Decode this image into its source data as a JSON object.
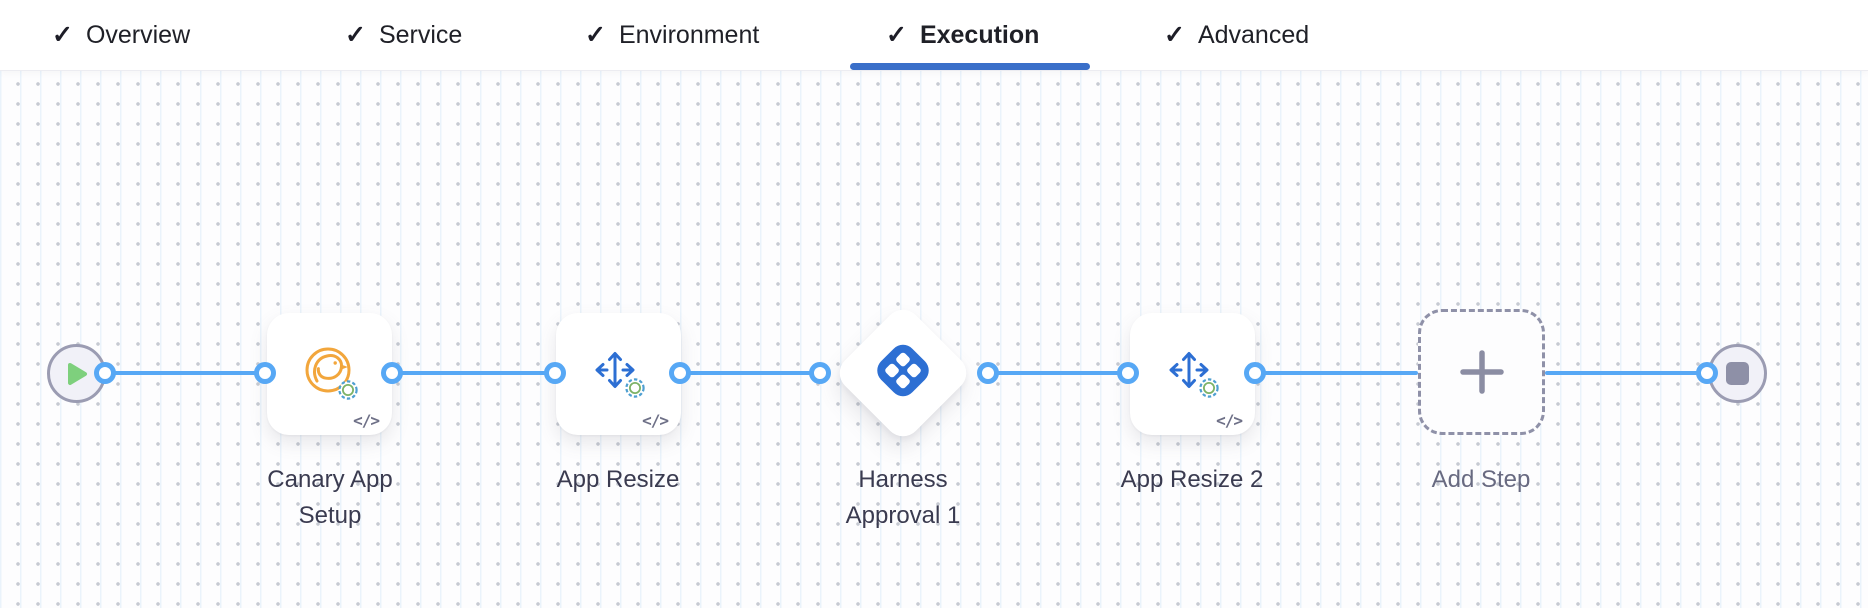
{
  "header": {
    "check_glyph": "✓",
    "tabs": [
      {
        "label": "Overview",
        "checked": true,
        "active": false
      },
      {
        "label": "Service",
        "checked": true,
        "active": false
      },
      {
        "label": "Environment",
        "checked": true,
        "active": false
      },
      {
        "label": "Execution",
        "checked": true,
        "active": true
      },
      {
        "label": "Advanced",
        "checked": true,
        "active": false
      }
    ]
  },
  "pipeline": {
    "code_badge_glyph": "</>",
    "start_node": {
      "icon": "play-icon"
    },
    "end_node": {
      "icon": "stop-icon"
    },
    "steps": [
      {
        "label": "Canary App Setup",
        "icon": "canary-bird-icon",
        "has_code_badge": true
      },
      {
        "label": "App Resize",
        "icon": "resize-arrows-icon",
        "has_code_badge": true
      },
      {
        "label": "Harness Approval 1",
        "icon": "harness-approval-icon",
        "has_code_badge": false
      },
      {
        "label": "App Resize 2",
        "icon": "resize-arrows-icon",
        "has_code_badge": true
      },
      {
        "label": "Add Step",
        "icon": "plus-icon",
        "has_code_badge": false
      }
    ]
  },
  "colors": {
    "active_tab_underline": "#3a6fc9",
    "edge_blue": "#57a8f5",
    "icon_blue": "#2d6fd3",
    "canary_orange": "#f2a63c",
    "play_green": "#7ed07d",
    "neutral_node_gray": "#8f91a8",
    "label_text": "#3a3b50"
  }
}
